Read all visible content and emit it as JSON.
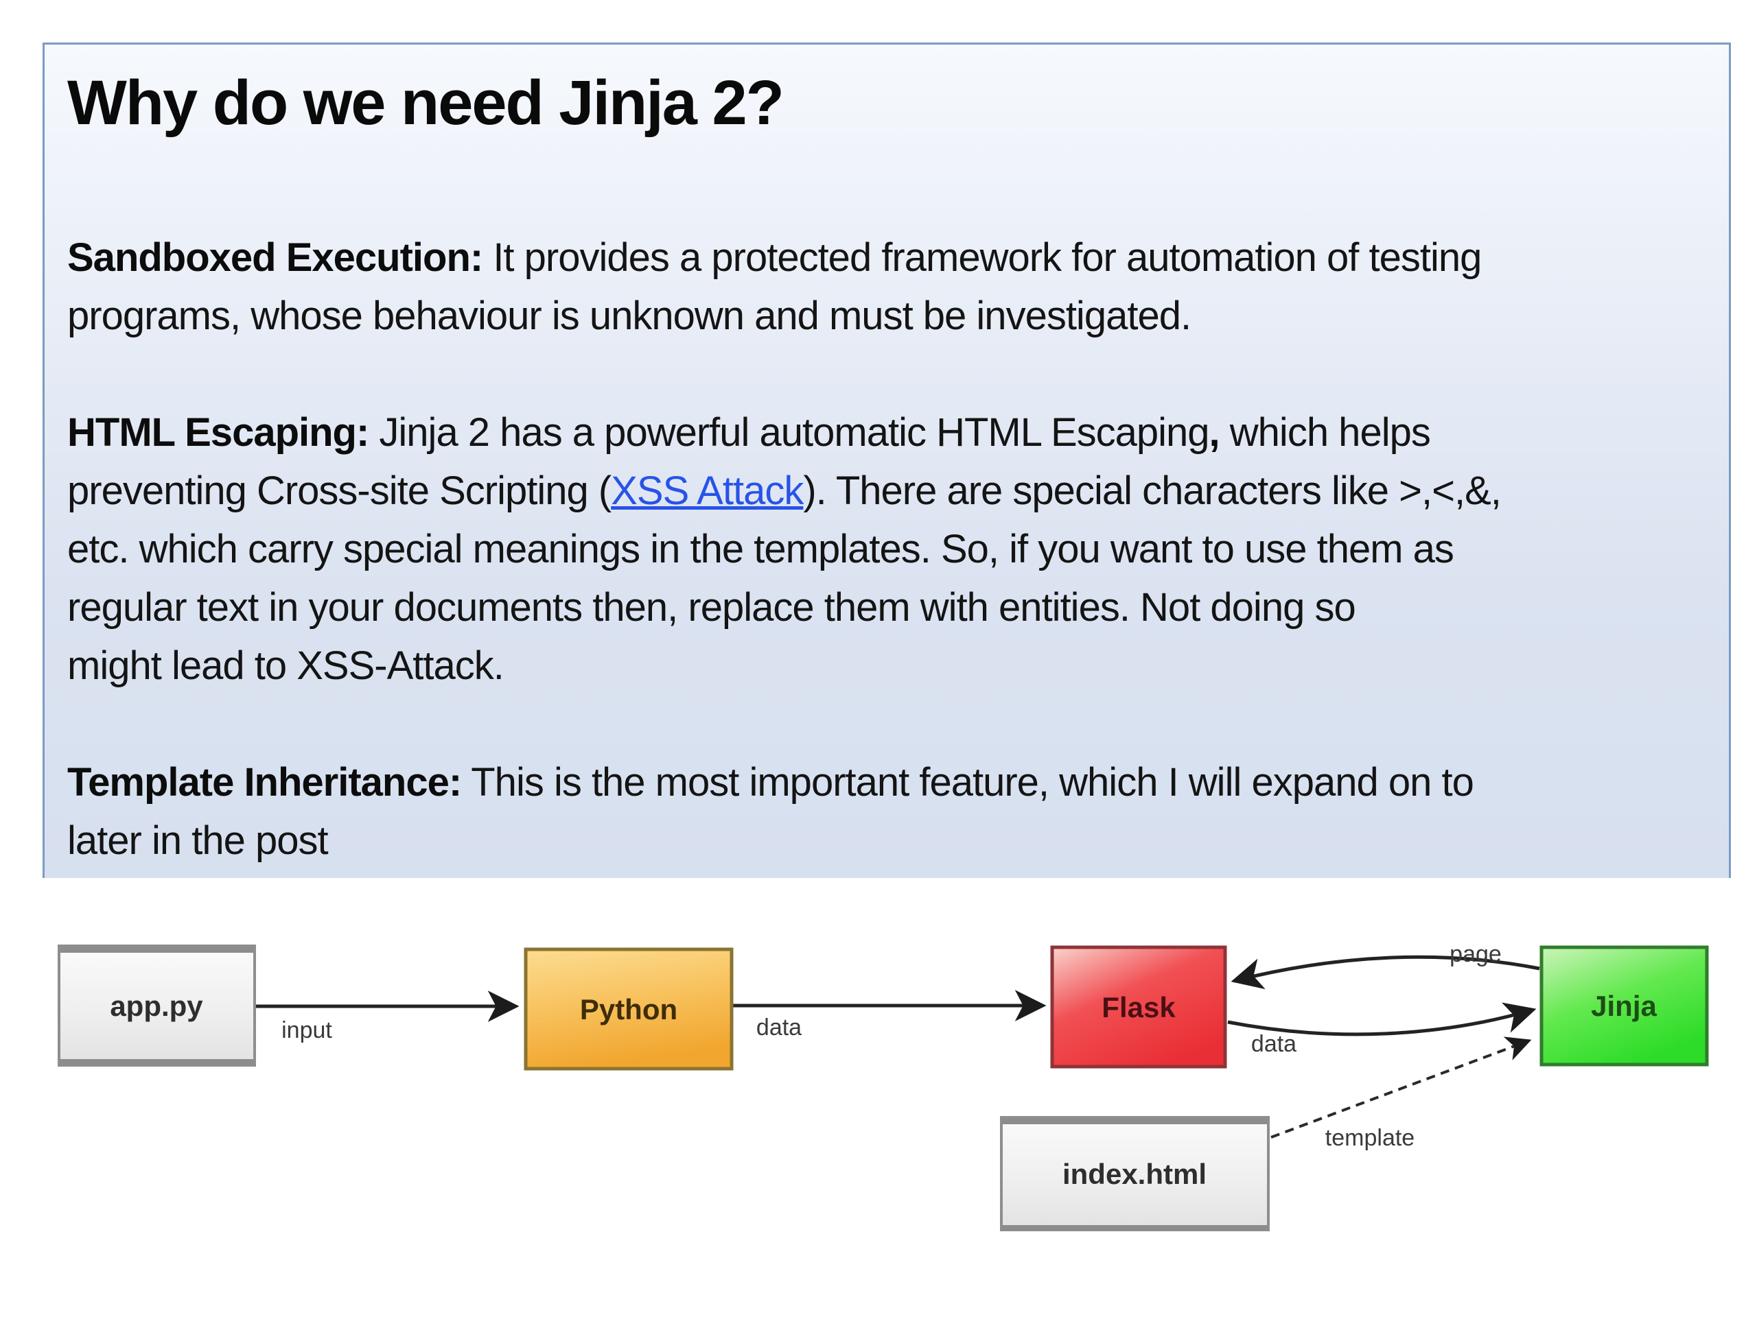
{
  "slide": {
    "title": "Why do we need Jinja 2?",
    "p1": {
      "bold": "Sandboxed Execution:",
      "l1": " It provides a protected framework for automation of testing",
      "l2": "programs, whose behaviour is unknown and must be investigated."
    },
    "p2": {
      "bold": "HTML Escaping:",
      "l1a": " Jinja 2 has a powerful automatic HTML Escaping",
      "l1_bold_comma": ",",
      "l1b": " which helps",
      "l2a": "preventing Cross-site Scripting (",
      "link": "XSS Attack",
      "l2b": "). There are special characters like >,<,&,",
      "l3": "etc. which carry special meanings in the templates. So, if you want to use them as",
      "l4": "regular text in your documents then, replace them with entities. Not doing so",
      "l5": "might lead to XSS-Attack."
    },
    "p3": {
      "bold": "Template Inheritance:",
      "l1": " This is the most important feature, which I will expand on to",
      "l2": "later in the post"
    }
  },
  "diagram": {
    "nodes": [
      {
        "label": "app.py",
        "color": "#ededed"
      },
      {
        "label": "Python",
        "color": "#f5a93c"
      },
      {
        "label": "Flask",
        "color": "#ec3237"
      },
      {
        "label": "Jinja",
        "color": "#3bdd33"
      },
      {
        "label": "index.html",
        "color": "#ededed"
      }
    ],
    "edges": [
      {
        "from": "app.py",
        "to": "Python",
        "label": "input"
      },
      {
        "from": "Python",
        "to": "Flask",
        "label": "data"
      },
      {
        "from": "Jinja",
        "to": "Flask",
        "label": "page"
      },
      {
        "from": "Flask",
        "to": "Jinja",
        "label": "data"
      },
      {
        "from": "index.html",
        "to": "Jinja",
        "label": "template",
        "style": "dashed"
      }
    ]
  },
  "colors": {
    "slide_border": "#7b9bc4",
    "slide_bg_top": "#f6f9fd",
    "slide_bg_bottom": "#d7e0ef",
    "link": "#2853e8",
    "arrow": "#1c1c1c"
  }
}
